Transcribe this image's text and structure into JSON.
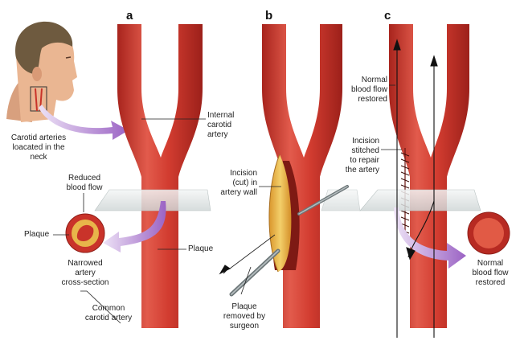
{
  "panels": {
    "a": "a",
    "b": "b",
    "c": "c"
  },
  "labels": {
    "carotid_location": [
      "Carotid arteries",
      "loacated in the",
      "neck"
    ],
    "internal_carotid": [
      "Internal",
      "carotid",
      "artery"
    ],
    "reduced_flow": [
      "Reduced",
      "blood flow"
    ],
    "plaque_left": "Plaque",
    "narrowed": [
      "Narrowed",
      "artery",
      "cross-section"
    ],
    "plaque_right": "Plaque",
    "common_carotid": [
      "Common",
      "carotid artery"
    ],
    "incision_cut": [
      "Incision",
      "(cut) in",
      "artery wall"
    ],
    "plaque_removed": [
      "Plaque",
      "removed by",
      "surgeon"
    ],
    "normal_flow_top": [
      "Normal",
      "blood flow",
      "restored"
    ],
    "incision_stitched": [
      "Incision",
      "stitched",
      "to repair",
      "the artery"
    ],
    "normal_flow_bottom": [
      "Normal",
      "blood flow",
      "restored"
    ]
  },
  "colors": {
    "artery": "#c9332a",
    "artery_dark": "#9e221c",
    "artery_light": "#e0584a",
    "plaque": "#e8b54a",
    "arrow_purple": "#a779c9",
    "skin": "#e9b48f",
    "hair": "#6e5a3f"
  }
}
